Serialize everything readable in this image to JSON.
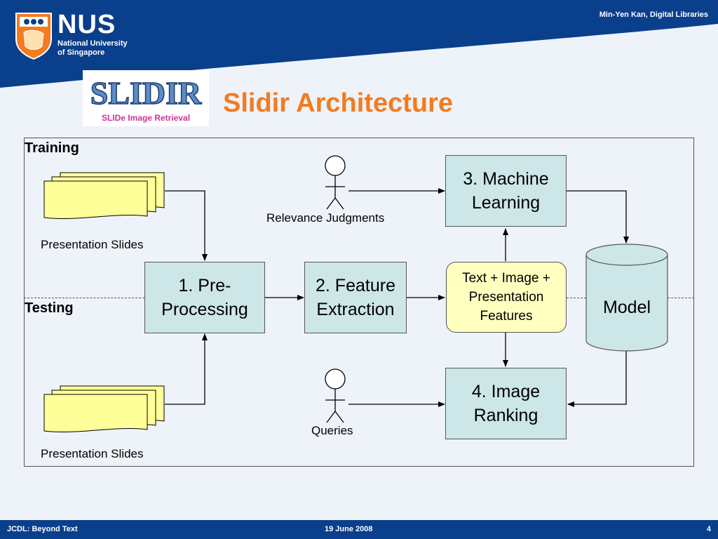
{
  "header": {
    "university_logo": "NUS",
    "university_name": "National University of Singapore",
    "author": "Min-Yen Kan, Digital Libraries"
  },
  "slide": {
    "title": "Slidir Architecture",
    "logo_title": "SLIDIR",
    "logo_subtitle": "SLIDe Image Retrieval"
  },
  "diagram": {
    "training_label": "Training",
    "testing_label": "Testing",
    "slides_top_caption": "Presentation Slides",
    "slides_bottom_caption": "Presentation Slides",
    "relevance_caption": "Relevance Judgments",
    "queries_caption": "Queries",
    "preprocessing": "1. Pre-\nProcessing",
    "feature_extraction": "2. Feature\nExtraction",
    "machine_learning": "3. Machine\nLearning",
    "image_ranking": "4. Image\nRanking",
    "features": "Text + Image +\nPresentation\nFeatures",
    "model": "Model"
  },
  "footer": {
    "left": "JCDL: Beyond Text",
    "center": "19 June 2008",
    "page_number": "4"
  },
  "colors": {
    "header_blue": "#0a3f8c",
    "title_orange": "#f47b20",
    "process_box": "#cde6e8",
    "note_yellow": "#ffffc0"
  }
}
